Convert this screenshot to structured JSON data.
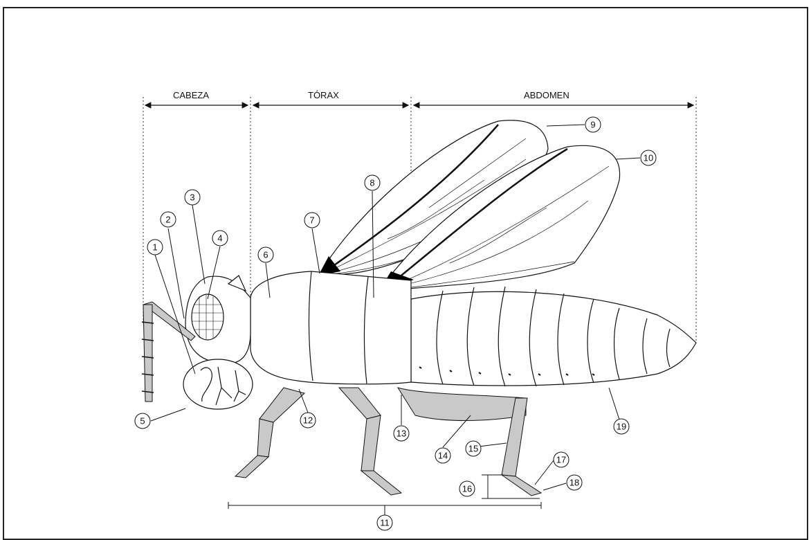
{
  "regions": {
    "head": "CABEZA",
    "thorax": "TÓRAX",
    "abdomen": "ABDOMEN"
  },
  "callouts": [
    "1",
    "2",
    "3",
    "4",
    "5",
    "6",
    "7",
    "8",
    "9",
    "10",
    "11",
    "12",
    "13",
    "14",
    "15",
    "16",
    "17",
    "18",
    "19"
  ],
  "colors": {
    "ink": "#111111",
    "leg": "#c9c9c9",
    "body": "#ffffff",
    "wingbase": "#000000"
  }
}
